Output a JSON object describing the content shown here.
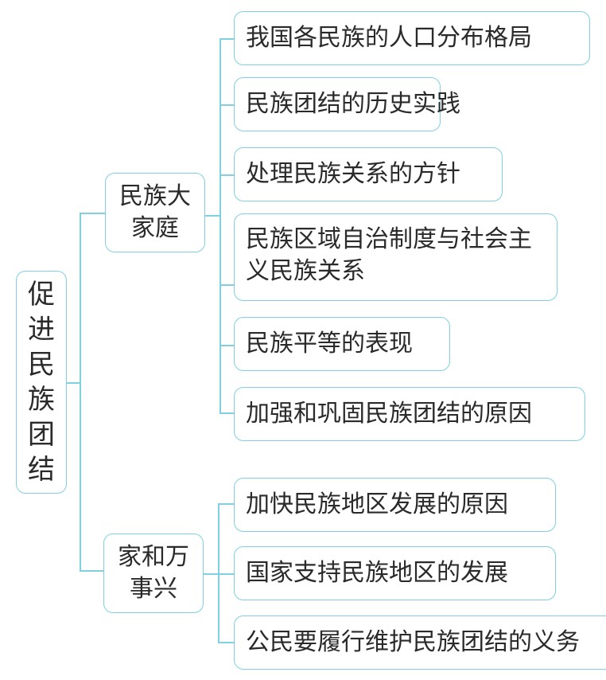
{
  "diagram": {
    "type": "mind-map",
    "line_color": "#7fd0e0",
    "root": {
      "label": "促进民族团结",
      "chars": [
        "促",
        "进",
        "民",
        "族",
        "团",
        "结"
      ]
    },
    "branches": [
      {
        "label": "民族大家庭",
        "children": [
          "我国各民族的人口分布格局",
          "民族团结的历史实践",
          "处理民族关系的方针",
          "民族区域自治制度与社会主义民族关系",
          "民族平等的表现",
          "加强和巩固民族团结的原因"
        ]
      },
      {
        "label": "家和万事兴",
        "children": [
          "加快民族地区发展的原因",
          "国家支持民族地区的发展",
          "公民要履行维护民族团结的义务"
        ]
      }
    ]
  }
}
